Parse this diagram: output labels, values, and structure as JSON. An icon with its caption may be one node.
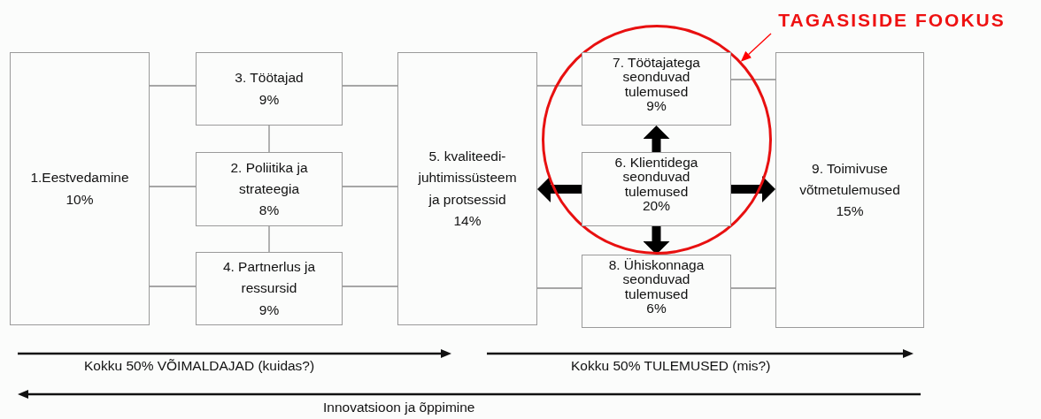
{
  "diagram": {
    "nodes": [
      {
        "text": [
          "1.Eestvedamine",
          "10%"
        ]
      },
      {
        "text": [
          "3. Töötajad",
          "9%"
        ]
      },
      {
        "text": [
          "2. Poliitika ja strateegia",
          "8%"
        ]
      },
      {
        "text": [
          "4. Partnerlus ja ressursid",
          "9%"
        ]
      },
      {
        "text": [
          "5. kvaliteedi- juhtimissüsteem ja protsessid",
          "14%"
        ]
      },
      {
        "text": [
          "7. Töötajatega seonduvad tulemused",
          "9%"
        ],
        "in": 10
      },
      {
        "text": [
          "6. Klientidega seonduvad tulemused",
          "20%"
        ],
        "in": 10
      },
      {
        "text": [
          "8. Ühiskonnaga seonduvad tulemused",
          "6%"
        ]
      },
      {
        "text": [
          "9. Toimivuse võtmetulemused",
          "15%"
        ]
      },
      {
        "text": [
          "TAGASISIDE FOOKUS"
        ]
      },
      {
        "text": [],
        "shape": "circle"
      }
    ],
    "edges": [
      {
        "from": 0,
        "to": 1,
        "arrow": "none"
      },
      {
        "from": 0,
        "to": 2,
        "arrow": "none"
      },
      {
        "from": 0,
        "to": 3,
        "arrow": "none"
      },
      {
        "from": 1,
        "to": 4,
        "arrow": "none"
      },
      {
        "from": 2,
        "to": 4,
        "arrow": "none"
      },
      {
        "from": 3,
        "to": 4,
        "arrow": "none"
      },
      {
        "from": 1,
        "to": 2,
        "arrow": "none"
      },
      {
        "from": 2,
        "to": 3,
        "arrow": "none"
      },
      {
        "from": 4,
        "to": 5,
        "arrow": "none"
      },
      {
        "from": 5,
        "to": 8,
        "arrow": "none"
      },
      {
        "from": 4,
        "to": 7,
        "arrow": "none"
      },
      {
        "from": 7,
        "to": 8,
        "arrow": "none"
      },
      {
        "from": 6,
        "to": 5,
        "arrow": "to",
        "style": "thick",
        "color": "#000000"
      },
      {
        "from": 6,
        "to": 7,
        "arrow": "to",
        "style": "thick",
        "color": "#000000"
      },
      {
        "from": 6,
        "to": 4,
        "arrow": "to",
        "style": "thick",
        "color": "#000000"
      },
      {
        "from": 6,
        "to": 8,
        "arrow": "to",
        "style": "thick",
        "color": "#000000"
      },
      {
        "from": 9,
        "to": 10,
        "arrow": "to",
        "color": "#ff0000"
      }
    ],
    "labels": [
      "Kokku 50% VÕIMALDAJAD (kuidas?)",
      "Kokku 50% TULEMUSED (mis?)",
      "Innovatsioon ja õppimine"
    ]
  }
}
